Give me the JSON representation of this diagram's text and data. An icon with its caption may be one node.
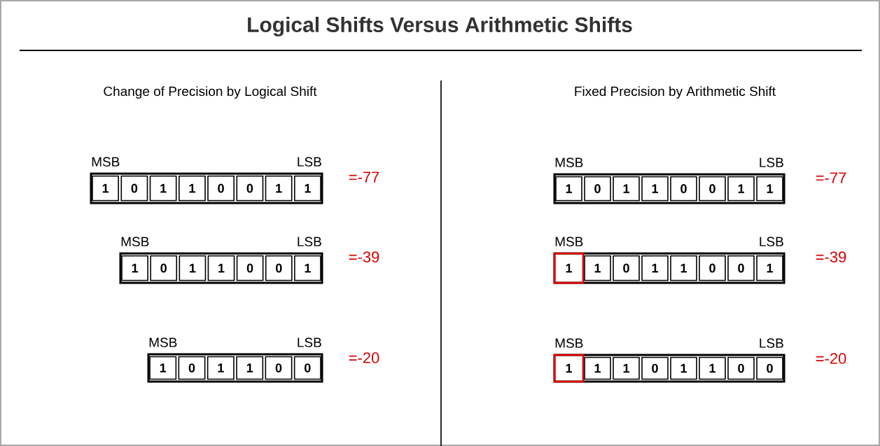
{
  "diagram": {
    "title": "Logical Shifts Versus Arithmetic Shifts",
    "nodes": [
      {
        "text": [],
        "shape": "box",
        "beside": [
          "MSB",
          "LSB",
          "=-77"
        ]
      },
      {
        "text": [
          "1"
        ],
        "in": 0
      },
      {
        "text": [
          "0"
        ],
        "in": 0
      },
      {
        "text": [
          "1"
        ],
        "in": 0
      },
      {
        "text": [
          "1"
        ],
        "in": 0
      },
      {
        "text": [
          "0"
        ],
        "in": 0
      },
      {
        "text": [
          "0"
        ],
        "in": 0
      },
      {
        "text": [
          "1"
        ],
        "in": 0
      },
      {
        "text": [
          "1"
        ],
        "in": 0
      },
      {
        "text": [],
        "shape": "box",
        "beside": [
          "MSB",
          "LSB",
          "=-39"
        ]
      },
      {
        "text": [
          "1"
        ],
        "in": 9
      },
      {
        "text": [
          "0"
        ],
        "in": 9
      },
      {
        "text": [
          "1"
        ],
        "in": 9
      },
      {
        "text": [
          "1"
        ],
        "in": 9
      },
      {
        "text": [
          "0"
        ],
        "in": 9
      },
      {
        "text": [
          "0"
        ],
        "in": 9
      },
      {
        "text": [
          "1"
        ],
        "in": 9
      },
      {
        "text": [],
        "shape": "box",
        "beside": [
          "MSB",
          "LSB",
          "=-20"
        ]
      },
      {
        "text": [
          "1"
        ],
        "in": 17
      },
      {
        "text": [
          "0"
        ],
        "in": 17
      },
      {
        "text": [
          "1"
        ],
        "in": 17
      },
      {
        "text": [
          "1"
        ],
        "in": 17
      },
      {
        "text": [
          "0"
        ],
        "in": 17
      },
      {
        "text": [
          "0"
        ],
        "in": 17
      },
      {
        "text": [],
        "shape": "box",
        "beside": [
          "MSB",
          "LSB",
          "=-77"
        ]
      },
      {
        "text": [
          "1"
        ],
        "in": 24
      },
      {
        "text": [
          "0"
        ],
        "in": 24
      },
      {
        "text": [
          "1"
        ],
        "in": 24
      },
      {
        "text": [
          "1"
        ],
        "in": 24
      },
      {
        "text": [
          "0"
        ],
        "in": 24
      },
      {
        "text": [
          "0"
        ],
        "in": 24
      },
      {
        "text": [
          "1"
        ],
        "in": 24
      },
      {
        "text": [
          "1"
        ],
        "in": 24
      },
      {
        "text": [],
        "shape": "box",
        "beside": [
          "MSB",
          "LSB",
          "=-39"
        ]
      },
      {
        "text": [
          "1"
        ],
        "in": 33
      },
      {
        "text": [
          "1"
        ],
        "in": 33
      },
      {
        "text": [
          "0"
        ],
        "in": 33
      },
      {
        "text": [
          "1"
        ],
        "in": 33
      },
      {
        "text": [
          "1"
        ],
        "in": 33
      },
      {
        "text": [
          "0"
        ],
        "in": 33
      },
      {
        "text": [
          "0"
        ],
        "in": 33
      },
      {
        "text": [
          "1"
        ],
        "in": 33
      },
      {
        "text": [],
        "shape": "box",
        "beside": [
          "MSB",
          "LSB",
          "=-20"
        ]
      },
      {
        "text": [
          "1"
        ],
        "in": 42
      },
      {
        "text": [
          "1"
        ],
        "in": 42
      },
      {
        "text": [
          "1"
        ],
        "in": 42
      },
      {
        "text": [
          "0"
        ],
        "in": 42
      },
      {
        "text": [
          "1"
        ],
        "in": 42
      },
      {
        "text": [
          "1"
        ],
        "in": 42
      },
      {
        "text": [
          "0"
        ],
        "in": 42
      },
      {
        "text": [
          "0"
        ],
        "in": 42
      }
    ],
    "labels": [
      "Change of Precision by Logical Shift",
      "Fixed Precision by Arithmetic Shift"
    ]
  }
}
